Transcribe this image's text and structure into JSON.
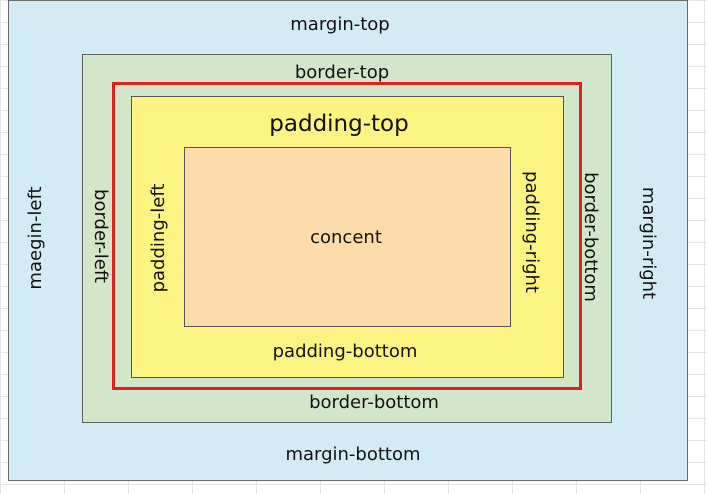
{
  "diagram": {
    "margin": {
      "top": "margin-top",
      "bottom": "margin-bottom",
      "left": "maegin-left",
      "right": "margin-right"
    },
    "border": {
      "top": "border-top",
      "bottom": "border-bottom",
      "left": "border-left",
      "right": "border-bottom"
    },
    "padding": {
      "top": "padding-top",
      "bottom": "padding-bottom",
      "left": "padding-left",
      "right": "padding-right"
    },
    "content": "concent",
    "colors": {
      "margin": "#d2ebf5",
      "border": "#d2e6c9",
      "padding": "#fdf383",
      "content": "#fcdcaa",
      "highlight": "#e0201f"
    }
  }
}
